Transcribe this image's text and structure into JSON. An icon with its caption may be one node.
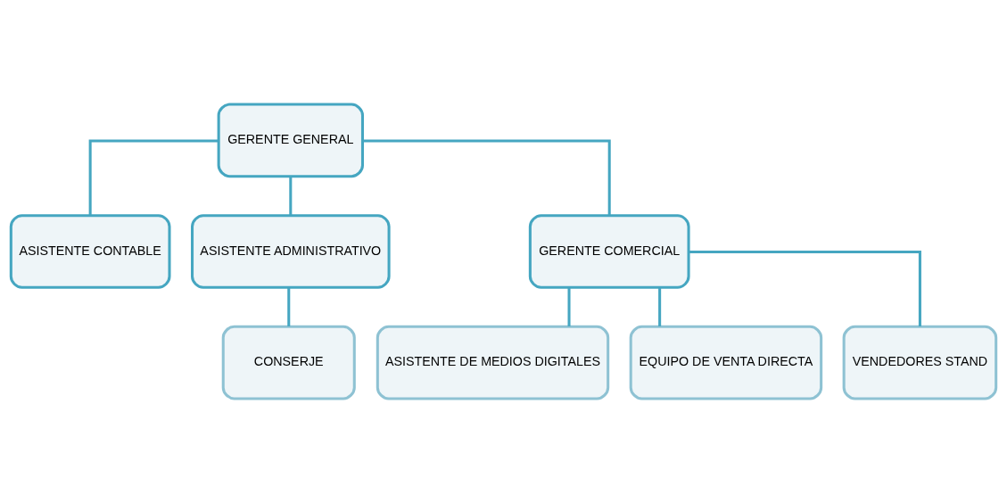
{
  "diagram": {
    "nodes": [
      {
        "text": [
          "GERENTE GENERAL"
        ]
      },
      {
        "text": [
          "ASISTENTE CONTABLE"
        ]
      },
      {
        "text": [
          "ASISTENTE ADMINISTRATIVO"
        ]
      },
      {
        "text": [
          "GERENTE COMERCIAL"
        ]
      },
      {
        "text": [
          "CONSERJE"
        ]
      },
      {
        "text": [
          "ASISTENTE DE MEDIOS DIGITALES"
        ]
      },
      {
        "text": [
          "EQUIPO DE VENTA DIRECTA"
        ]
      },
      {
        "text": [
          "VENDEDORES STAND"
        ]
      }
    ],
    "edges": [
      {
        "from": 0,
        "to": 1,
        "arrow": "none"
      },
      {
        "from": 0,
        "to": 2,
        "arrow": "none"
      },
      {
        "from": 0,
        "to": 3,
        "arrow": "none"
      },
      {
        "from": 2,
        "to": 4,
        "arrow": "none"
      },
      {
        "from": 3,
        "to": 5,
        "arrow": "none"
      },
      {
        "from": 3,
        "to": 6,
        "arrow": "none"
      },
      {
        "from": 3,
        "to": 7,
        "arrow": "none"
      }
    ]
  }
}
